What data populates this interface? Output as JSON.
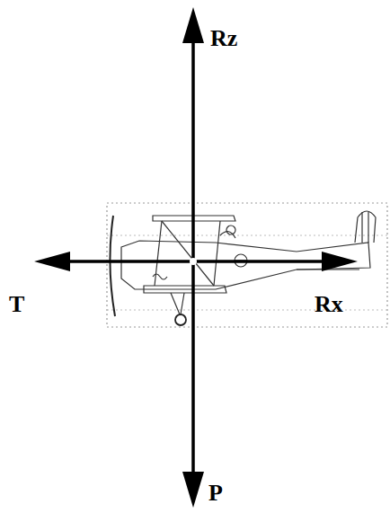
{
  "diagram": {
    "labels": [
      "Rz",
      "T",
      "Rx",
      "P"
    ]
  }
}
